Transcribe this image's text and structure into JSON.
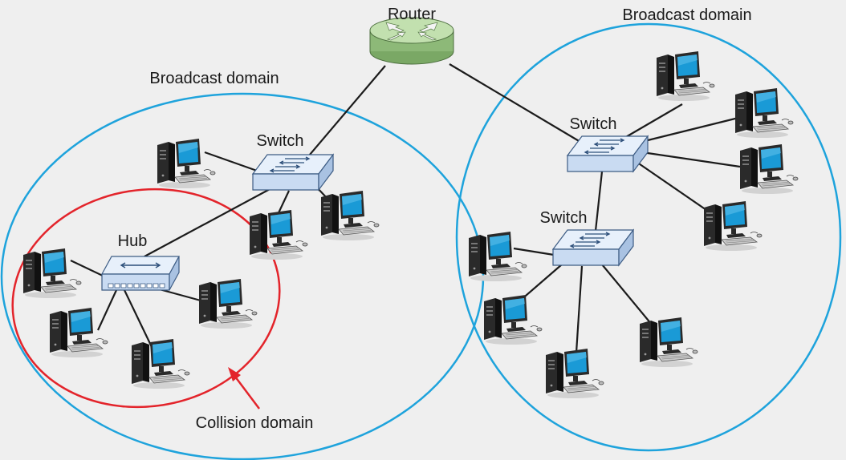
{
  "labels": {
    "router": "Router",
    "broadcast_left": "Broadcast domain",
    "broadcast_right": "Broadcast domain",
    "switch_left": "Switch",
    "switch_right_top": "Switch",
    "switch_right_bottom": "Switch",
    "hub": "Hub",
    "collision": "Collision domain"
  },
  "colors": {
    "background": "#efefef",
    "broadcast_domain": "#1ea3dc",
    "collision_domain": "#e3242b",
    "switch_fill": "#d4e3f6",
    "router_fill": "#a9cf95",
    "monitor_screen": "#1a9ad6"
  },
  "icons": {
    "router": "router-icon",
    "switch": "switch-icon",
    "hub": "hub-icon",
    "computer": "computer-icon"
  }
}
